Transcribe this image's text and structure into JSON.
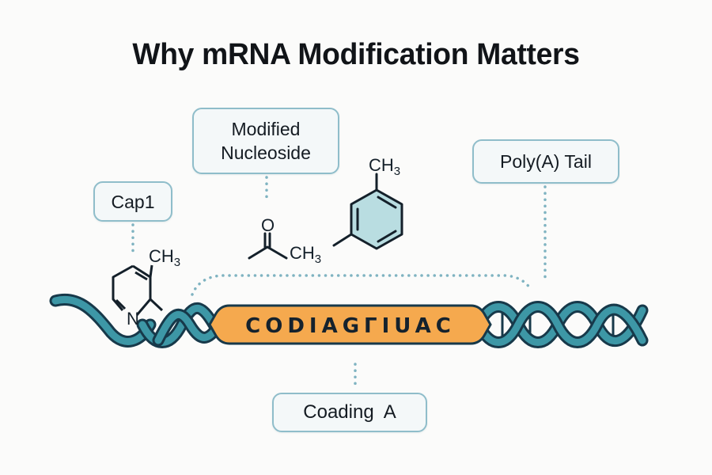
{
  "title": "Why mRNA Modification Matters",
  "labels": {
    "modified_nucleoside": [
      "Modified",
      "Nucleoside"
    ],
    "cap": "Cap1",
    "poly_a_tail": "Poly(A) Tail",
    "coding": "Coading  A"
  },
  "molecules": {
    "nucleoside_ch3_top": "CH",
    "nucleoside_ch3_top_sub": "3",
    "nucleoside_carbonyl_o": "O",
    "nucleoside_ch3_chain": "CH",
    "nucleoside_ch3_chain_sub": "3",
    "cap_ch3": "CH",
    "cap_ch3_sub": "3",
    "cap_nitrogen": "N"
  },
  "coding_region": {
    "sequence": "CODIAGΓIUAC"
  },
  "colors": {
    "strand": "#3d97a6",
    "strand_outline": "#17394a",
    "coding_fill": "#f5a94e",
    "ring_fill": "#b9dde1",
    "box_border": "#8fbdca",
    "dotted": "#7fb3c1",
    "ink": "#14202a"
  }
}
